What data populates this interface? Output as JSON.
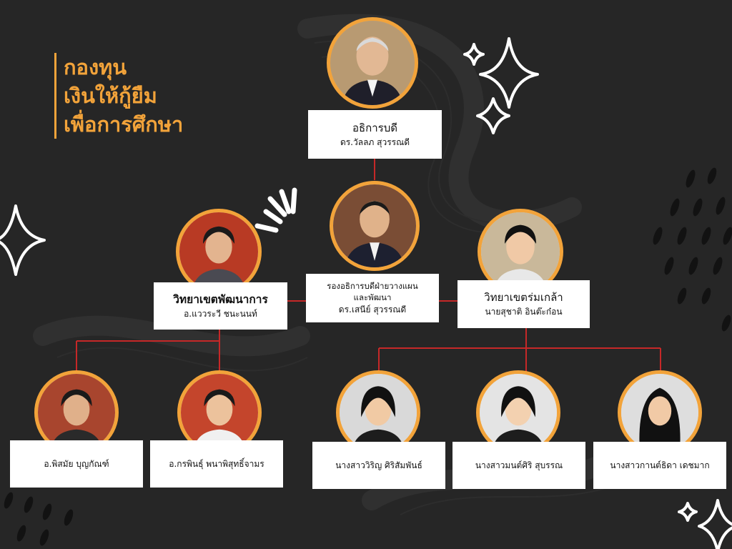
{
  "title": {
    "line1": "กองทุน",
    "line2": "เงินให้กู้ยืม",
    "line3": "เพื่อการศึกษา"
  },
  "colors": {
    "background": "#262626",
    "accent": "#f2a33a",
    "connector": "#c62828",
    "card": "#ffffff"
  },
  "org": {
    "president": {
      "title": "อธิการบดี",
      "name": "ดร.วัลลภ  สุวรรณดี"
    },
    "vice_president": {
      "title_line1": "รองอธิการบดีฝ่ายวางแผน",
      "title_line2": "และพัฒนา",
      "name": "ดร.เสนีย์  สุวรรณดี"
    },
    "campus_left": {
      "title": "วิทยาเขตพัฒนาการ",
      "name": "อ.แววระวี  ชนะนนท์"
    },
    "campus_right": {
      "title": "วิทยาเขตร่มเกล้า",
      "name": "นายสุชาติ อินต๊ะก๋อน"
    },
    "staff": [
      {
        "name": "อ.พิสมัย บุญกัณฑ์"
      },
      {
        "name": "อ.กรพินธุ์ พนาพิสุทธิ์จามร"
      },
      {
        "name": "นางสาววิริญ  ศิริสัมพันธ์"
      },
      {
        "name": "นางสาวมนต์ศิริ สุบรรณ"
      },
      {
        "name": "นางสาวกานต์ธิดา เดชมาก"
      }
    ]
  }
}
